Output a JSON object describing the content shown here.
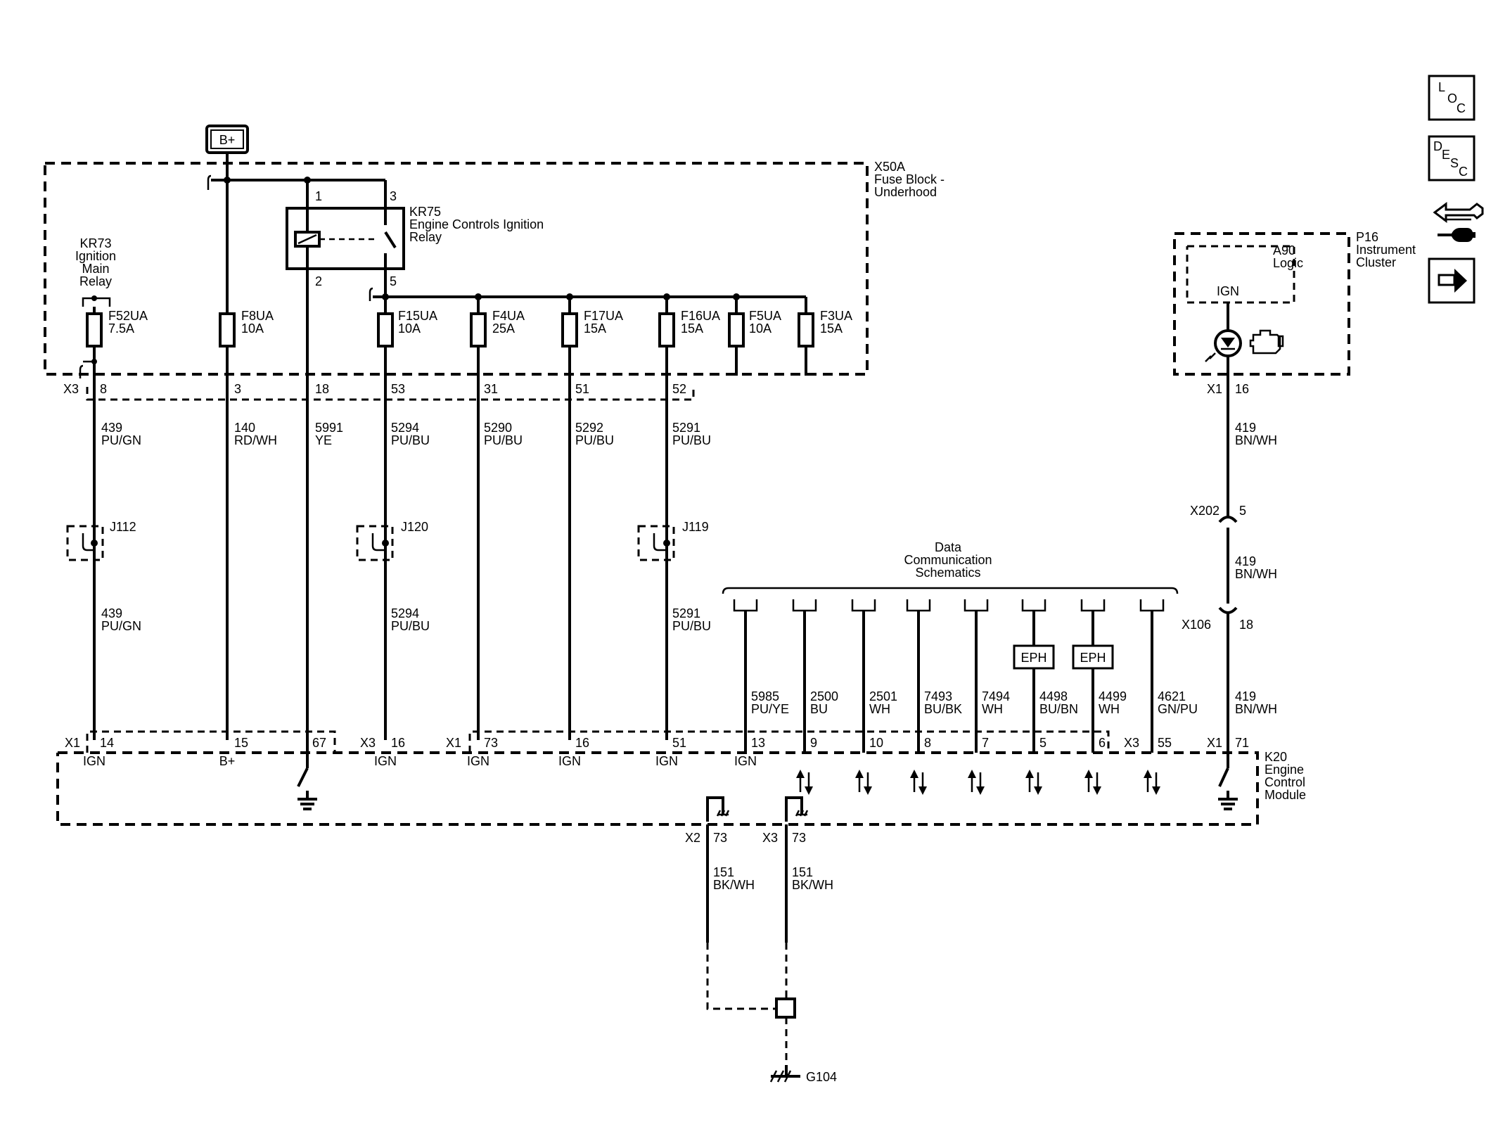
{
  "battery": "B+",
  "fuse_block": {
    "id": "X50A",
    "name_line1": "Fuse Block -",
    "name_line2": "Underhood"
  },
  "relay_kr75": {
    "id": "KR75",
    "line1": "Engine Controls Ignition",
    "line2": "Relay",
    "pins": [
      "1",
      "3",
      "2",
      "5"
    ]
  },
  "relay_kr73": {
    "id": "KR73",
    "line1": "Ignition",
    "line2": "Main",
    "line3": "Relay"
  },
  "fuses": [
    {
      "id": "F52UA",
      "rating": "7.5A"
    },
    {
      "id": "F8UA",
      "rating": "10A"
    },
    {
      "id": "F15UA",
      "rating": "10A"
    },
    {
      "id": "F4UA",
      "rating": "25A"
    },
    {
      "id": "F17UA",
      "rating": "15A"
    },
    {
      "id": "F16UA",
      "rating": "15A"
    },
    {
      "id": "F5UA",
      "rating": "10A"
    },
    {
      "id": "F3UA",
      "rating": "15A"
    }
  ],
  "x3_connector": {
    "id": "X3",
    "pins": [
      "8",
      "3",
      "18",
      "53",
      "31",
      "51",
      "52"
    ]
  },
  "upper_wires": [
    {
      "num": "439",
      "color": "PU/GN"
    },
    {
      "num": "140",
      "color": "RD/WH"
    },
    {
      "num": "5991",
      "color": "YE"
    },
    {
      "num": "5294",
      "color": "PU/BU"
    },
    {
      "num": "5290",
      "color": "PU/BU"
    },
    {
      "num": "5292",
      "color": "PU/BU"
    },
    {
      "num": "5291",
      "color": "PU/BU"
    }
  ],
  "splices": [
    "J112",
    "J120",
    "J119"
  ],
  "lower_wires": [
    {
      "num": "439",
      "color": "PU/GN"
    },
    {
      "num": "5294",
      "color": "PU/BU"
    },
    {
      "num": "5291",
      "color": "PU/BU"
    }
  ],
  "data_comm": {
    "line1": "Data",
    "line2": "Communication",
    "line3": "Schematics"
  },
  "eph": [
    "EPH",
    "EPH"
  ],
  "data_wires": [
    {
      "num": "5985",
      "color": "PU/YE"
    },
    {
      "num": "2500",
      "color": "BU"
    },
    {
      "num": "2501",
      "color": "WH"
    },
    {
      "num": "7493",
      "color": "BU/BK"
    },
    {
      "num": "7494",
      "color": "WH"
    },
    {
      "num": "4498",
      "color": "BU/BN"
    },
    {
      "num": "4499",
      "color": "WH"
    },
    {
      "num": "4621",
      "color": "GN/PU"
    }
  ],
  "ecm_connectors": {
    "x1a": {
      "id": "X1",
      "pins": [
        "14",
        "15",
        "67"
      ]
    },
    "x3": {
      "id": "X3",
      "pins": [
        "16"
      ]
    },
    "x1b": {
      "id": "X1",
      "pins": [
        "73",
        "16",
        "51",
        "13",
        "9",
        "10",
        "8",
        "7",
        "5",
        "6"
      ]
    },
    "x3b": {
      "id": "X3",
      "pins": [
        "55"
      ]
    },
    "x1c": {
      "id": "X1",
      "pins": [
        "71"
      ]
    }
  },
  "ecm": {
    "id": "K20",
    "line1": "Engine",
    "line2": "Control",
    "line3": "Module",
    "pin_labels": [
      "IGN",
      "B+",
      "IGN",
      "IGN",
      "IGN",
      "IGN",
      "IGN"
    ]
  },
  "ground_wires": [
    {
      "conn": "X2",
      "pin": "73",
      "num": "151",
      "color": "BK/WH"
    },
    {
      "conn": "X3",
      "pin": "73",
      "num": "151",
      "color": "BK/WH"
    }
  ],
  "ground": "G104",
  "cluster": {
    "id": "P16",
    "line1": "Instrument",
    "line2": "Cluster",
    "logic_id": "A90",
    "logic_name": "Logic",
    "ign": "IGN",
    "conn": "X1",
    "pin": "16"
  },
  "cluster_wires": [
    {
      "num": "419",
      "color": "BN/WH"
    },
    {
      "num": "419",
      "color": "BN/WH"
    },
    {
      "num": "419",
      "color": "BN/WH"
    }
  ],
  "inline_connectors": [
    {
      "id": "X202",
      "pin": "5"
    },
    {
      "id": "X106",
      "pin": "18"
    }
  ],
  "nav": {
    "loc": [
      "L",
      "O",
      "C"
    ],
    "desc": [
      "D",
      "E",
      "S",
      "C"
    ]
  }
}
